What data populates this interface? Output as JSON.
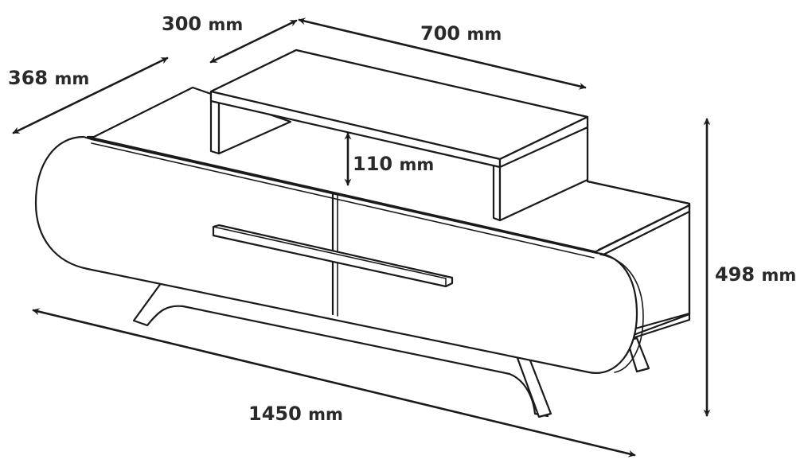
{
  "diagram": {
    "subject": "TV stand with raised top shelf",
    "line_color": "#1a1a1a",
    "label_color": "#2a2a2a",
    "dimensions": {
      "depth_total": {
        "value": "368",
        "unit": "mm"
      },
      "shelf_depth": {
        "value": "300",
        "unit": "mm"
      },
      "shelf_width": {
        "value": "700",
        "unit": "mm"
      },
      "shelf_height": {
        "value": "110",
        "unit": "mm"
      },
      "total_height": {
        "value": "498",
        "unit": "mm"
      },
      "total_width": {
        "value": "1450",
        "unit": "mm"
      }
    }
  }
}
